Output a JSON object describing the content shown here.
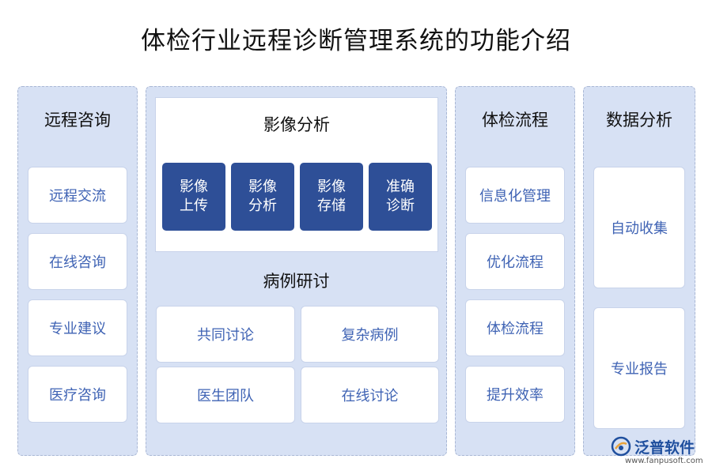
{
  "title": "体检行业远程诊断管理系统的功能介绍",
  "col1": {
    "heading": "远程咨询",
    "items": [
      "远程交流",
      "在线咨询",
      "专业建议",
      "医疗咨询"
    ]
  },
  "col2": {
    "section1_heading": "影像分析",
    "section1_items": [
      "影像上传",
      "影像分析",
      "影像存储",
      "准确诊断"
    ],
    "section2_heading": "病例研讨",
    "section2_items": [
      "共同讨论",
      "复杂病例",
      "医生团队",
      "在线讨论"
    ]
  },
  "col3": {
    "heading": "体检流程",
    "items": [
      "信息化管理",
      "优化流程",
      "体检流程",
      "提升效率"
    ]
  },
  "col4": {
    "heading": "数据分析",
    "items": [
      "自动收集",
      "专业报告"
    ]
  },
  "logo": {
    "name": "泛普软件",
    "url": "www.fanpusoft.com",
    "colors": {
      "primary": "#1f4f9e",
      "accent": "#e8a23a"
    }
  },
  "colors": {
    "panel_bg": "#d7e1f4",
    "card_text": "#3f63b4",
    "dark_card": "#2e4f97"
  }
}
